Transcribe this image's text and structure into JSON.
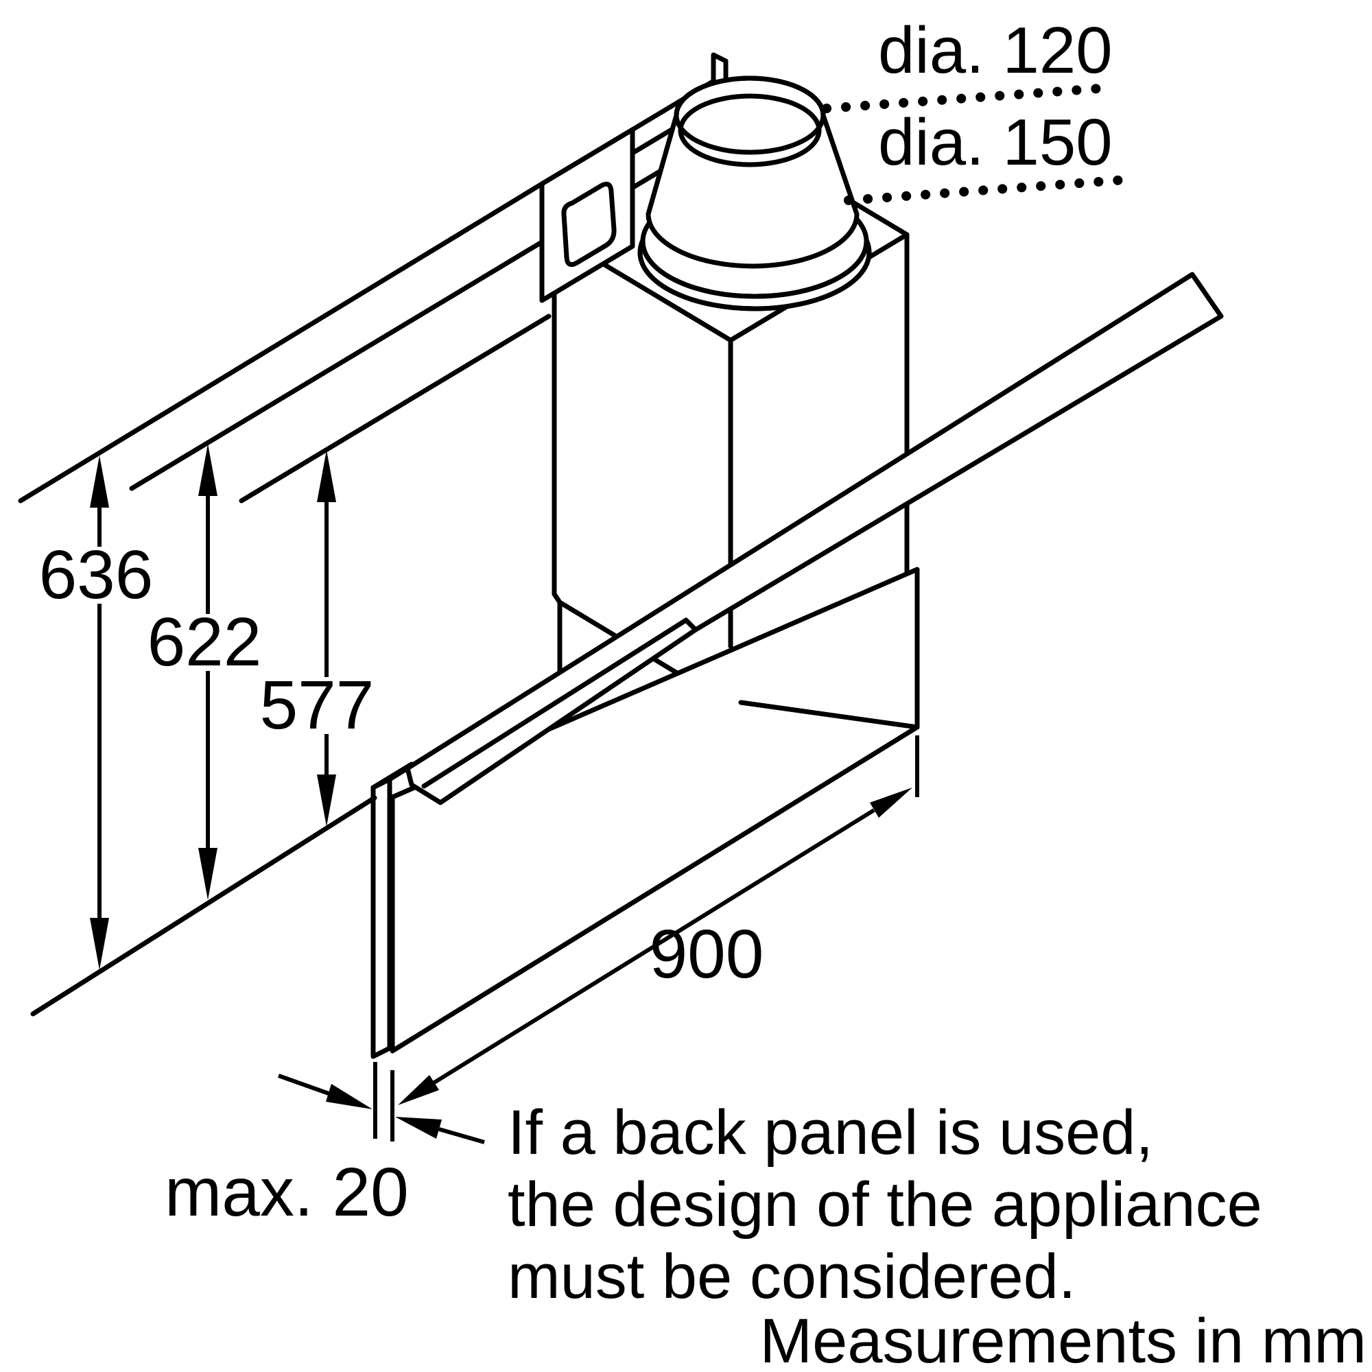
{
  "diagram": {
    "type": "appliance-installation-dimension-drawing",
    "subject": "wall-mounted chimney cooker hood with angled screen and back panel",
    "units_note": "Measurements in mm",
    "labels": {
      "duct_diameter_small": "dia. 120",
      "duct_diameter_large": "dia. 150",
      "height_to_wall_top": "636",
      "height_to_chimney_top": "622",
      "height_to_mounting": "577",
      "hood_width": "900",
      "back_panel_gap": "max. 20"
    },
    "note": {
      "line1": "If a back panel is used,",
      "line2": "the design of the appliance",
      "line3": "must be considered."
    },
    "colors": {
      "line": "#000000",
      "background": "#ffffff"
    }
  }
}
